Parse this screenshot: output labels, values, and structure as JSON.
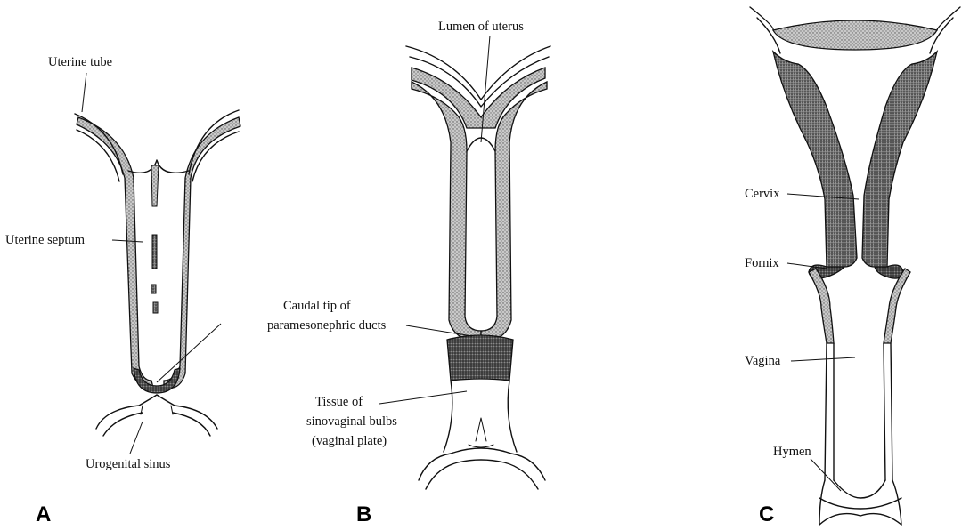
{
  "panels": {
    "a": {
      "letter": "A",
      "labels": {
        "uterine_tube": "Uterine tube",
        "uterine_septum": "Uterine septum",
        "urogenital_sinus": "Urogenital sinus"
      }
    },
    "b": {
      "letter": "B",
      "labels": {
        "lumen_of_uterus": "Lumen of uterus",
        "caudal_tip_line1": "Caudal tip of",
        "caudal_tip_line2": "paramesonephric ducts",
        "tissue_line1": "Tissue of",
        "tissue_line2": "sinovaginal bulbs",
        "tissue_line3": "(vaginal plate)"
      }
    },
    "c": {
      "letter": "C",
      "labels": {
        "cervix": "Cervix",
        "fornix": "Fornix",
        "vagina": "Vagina",
        "hymen": "Hymen"
      }
    }
  }
}
